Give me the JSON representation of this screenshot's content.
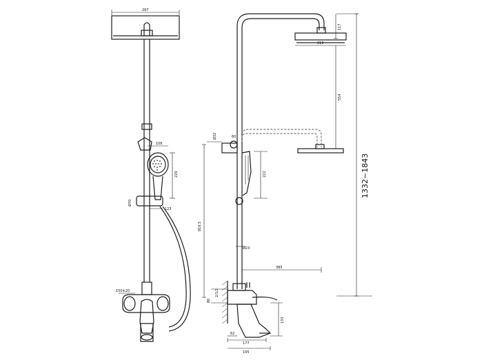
{
  "front_view": {
    "top_width": "297",
    "hand_shower_width": "106",
    "hand_shower_height": "220",
    "holder_diameter": "Ø70",
    "holder_offset": "123",
    "inlet_spacing": "150±20"
  },
  "side_view": {
    "head_height": "117",
    "head_diameter": "210",
    "arm_drop": "554",
    "overall_height": "1332~1843",
    "bracket_diameter": "Ø32",
    "bracket_offset": "60",
    "slider_travel": "222",
    "bar_length": "816.5",
    "bar_diameter": "Ø23",
    "arm_reach": "385",
    "pipe_size": "2/1/2",
    "pipe_gap": "80",
    "spout_height": "133",
    "spout_offset": "62",
    "spout_reach": "177",
    "total_reach": "195"
  }
}
